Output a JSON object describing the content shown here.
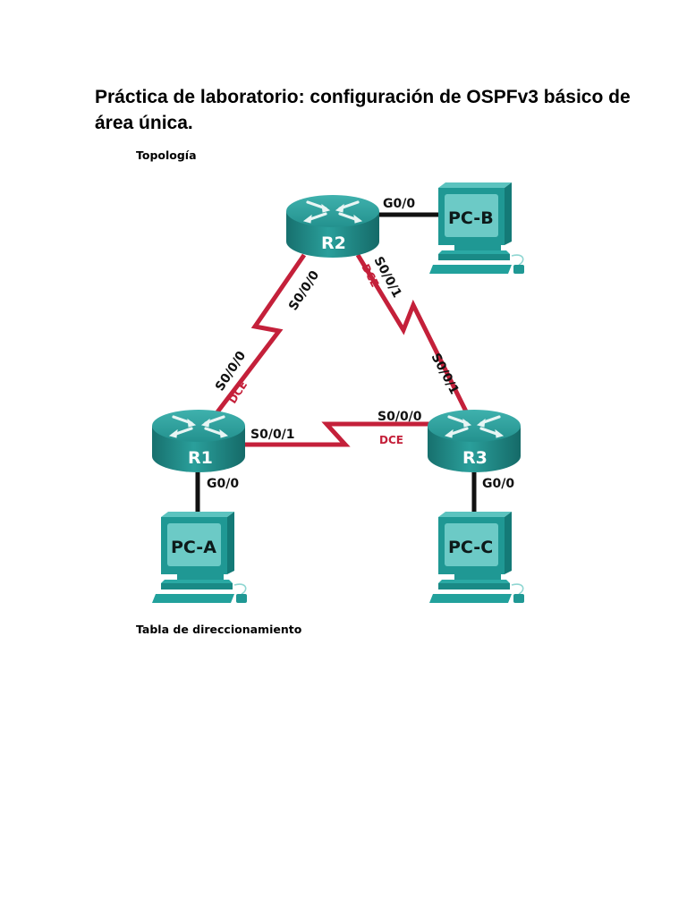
{
  "document": {
    "title": "Práctica de laboratorio: configuración de OSPFv3 básico de área única.",
    "sections": {
      "topology": "Topología",
      "addressing_table": "Tabla de direccionamiento"
    }
  },
  "colors": {
    "serial_link": "#c4203a",
    "ethernet_link": "#111111",
    "device_teal": "#1e8f8c",
    "dce_label": "#c4203a"
  },
  "topology": {
    "routers": [
      {
        "id": "R1",
        "label": "R1",
        "icon": "router-icon"
      },
      {
        "id": "R2",
        "label": "R2",
        "icon": "router-icon"
      },
      {
        "id": "R3",
        "label": "R3",
        "icon": "router-icon"
      }
    ],
    "pcs": [
      {
        "id": "PC-A",
        "label": "PC-A",
        "icon": "pc-icon",
        "connected_to": "R1"
      },
      {
        "id": "PC-B",
        "label": "PC-B",
        "icon": "pc-icon",
        "connected_to": "R2"
      },
      {
        "id": "PC-C",
        "label": "PC-C",
        "icon": "pc-icon",
        "connected_to": "R3"
      }
    ],
    "links": [
      {
        "type": "ethernet",
        "a": "R2",
        "a_if": "G0/0",
        "b": "PC-B"
      },
      {
        "type": "ethernet",
        "a": "R1",
        "a_if": "G0/0",
        "b": "PC-A"
      },
      {
        "type": "ethernet",
        "a": "R3",
        "a_if": "G0/0",
        "b": "PC-C"
      },
      {
        "type": "serial",
        "a": "R1",
        "a_if": "S0/0/0",
        "a_dce": "DCE",
        "b": "R2",
        "b_if": "S0/0/0"
      },
      {
        "type": "serial",
        "a": "R2",
        "a_if": "S0/0/1",
        "a_dce": "DCE",
        "b": "R3",
        "b_if": "S0/0/1"
      },
      {
        "type": "serial",
        "a": "R1",
        "a_if": "S0/0/1",
        "b": "R3",
        "b_if": "S0/0/0",
        "b_dce": "DCE"
      }
    ]
  },
  "labels": {
    "r2_g0": "G0/0",
    "r1_g0": "G0/0",
    "r3_g0": "G0/0",
    "r2_s000": "S0/0/0",
    "r2_s001": "S0/0/1",
    "r1_s000": "S0/0/0",
    "r1_s001": "S0/0/1",
    "r3_s000": "S0/0/0",
    "r3_s001": "S0/0/1",
    "dce": "DCE"
  }
}
